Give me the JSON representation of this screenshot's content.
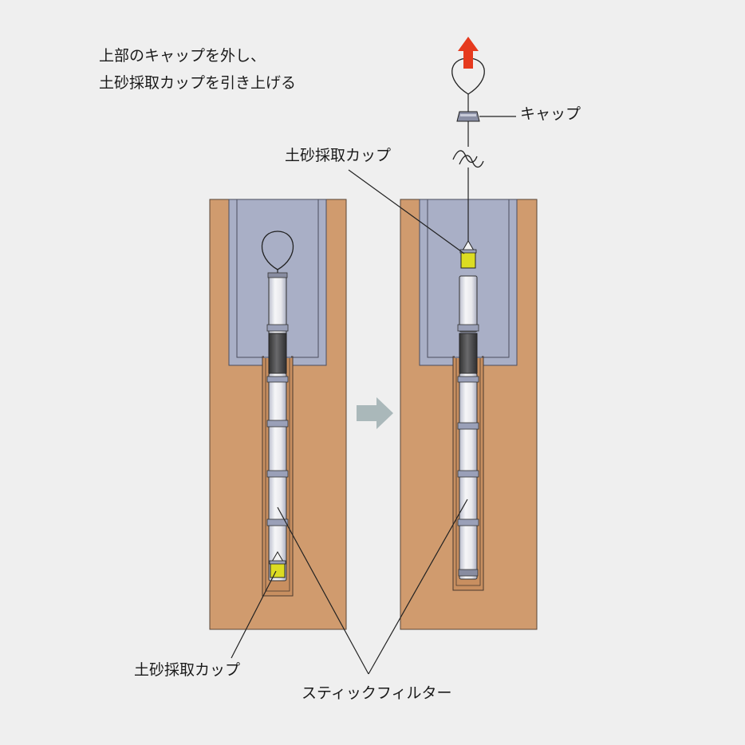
{
  "instruction": {
    "line1": "上部のキャップを外し、",
    "line2": "土砂採取カップを引き上げる"
  },
  "labels": {
    "cap": "キャップ",
    "sampling_cup_after": "土砂採取カップ",
    "sampling_cup_before": "土砂採取カップ",
    "stick_filter": "スティックフィルター"
  },
  "colors": {
    "background": "#efefef",
    "soil": "#d09b6e",
    "casing": "#a9afc6",
    "filter_tube": "#e4e4e8",
    "filter_band": "#9aa0b8",
    "filter_dark": "#4a4a4c",
    "cup_yellow": "#dcdc22",
    "pull_arrow": "#e63a1e",
    "step_arrow": "#aab8ba"
  },
  "icons": {
    "step": "right-arrow-icon",
    "pull": "up-arrow-icon",
    "cut": "wavy-break-icon"
  }
}
